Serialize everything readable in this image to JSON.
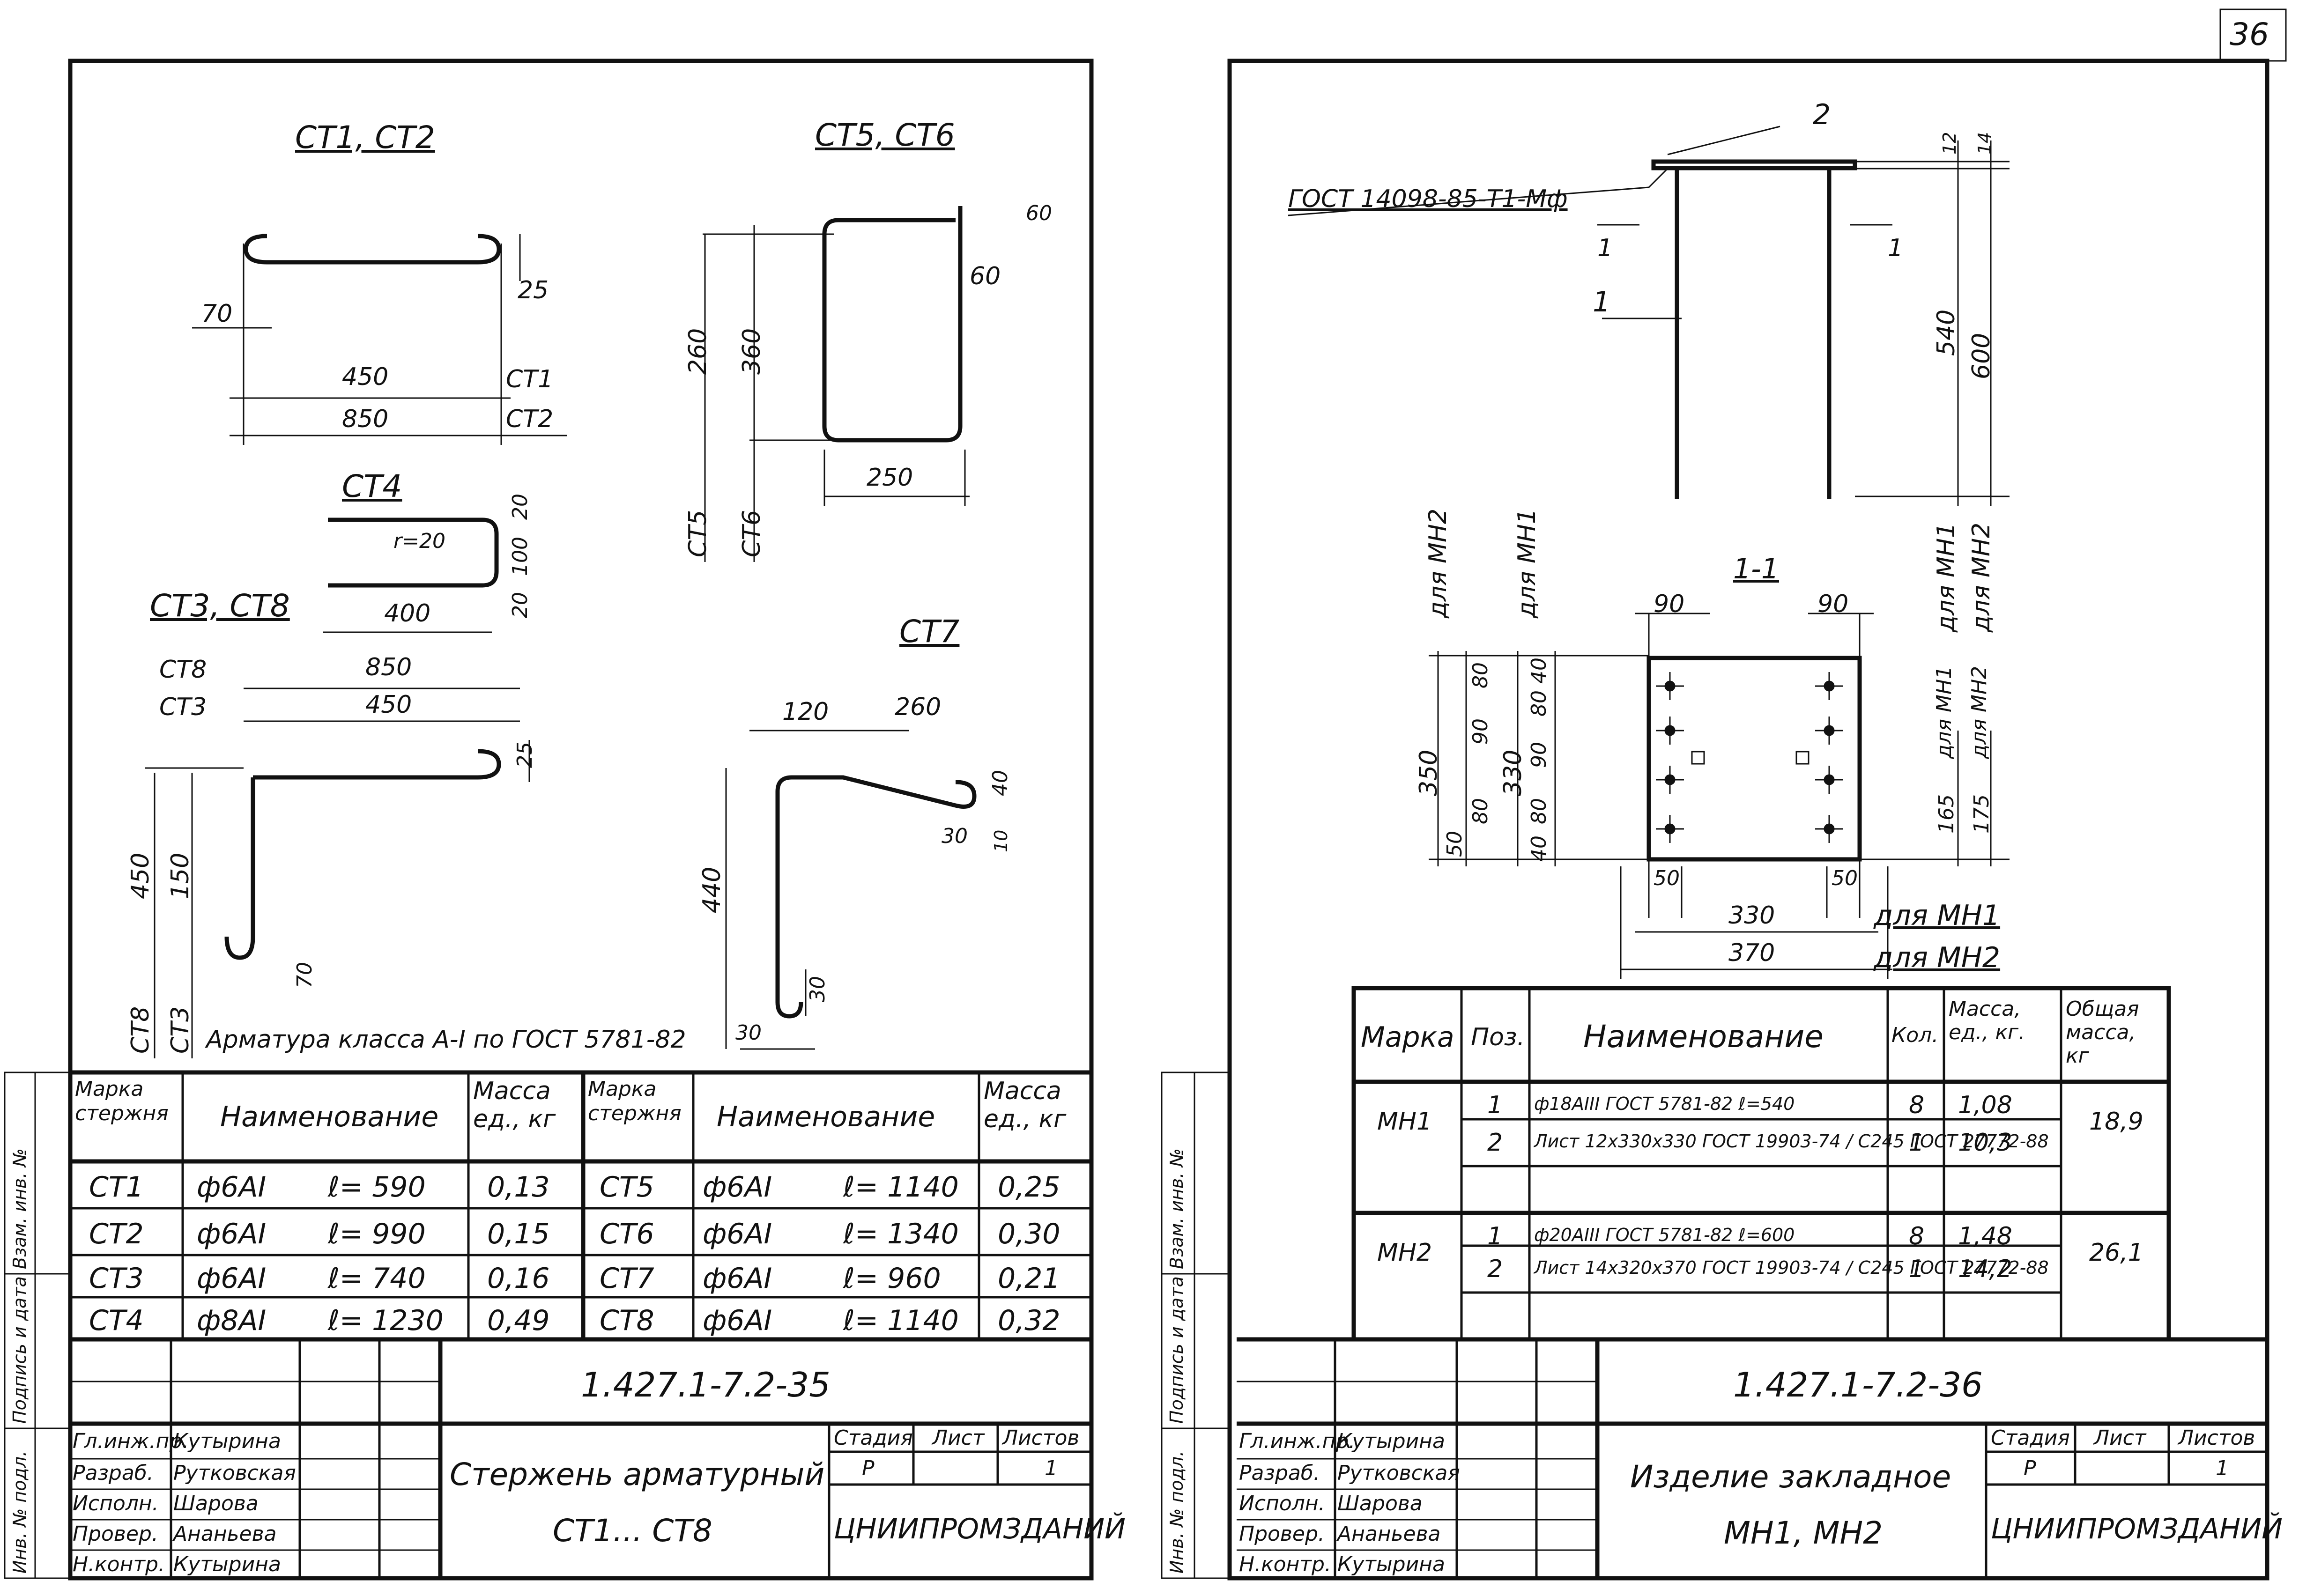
{
  "sheet_number": "36",
  "left_sheet": {
    "drawings": {
      "ct1_ct2": {
        "title": "СТ1, СТ2",
        "dims": [
          "70",
          "25",
          "450",
          "850"
        ],
        "labels": [
          "СТ1",
          "СТ2"
        ]
      },
      "ct5_ct6": {
        "title": "СТ5, СТ6",
        "dims": [
          "260",
          "360",
          "60",
          "60",
          "250"
        ],
        "labels": [
          "СТ5",
          "СТ6"
        ]
      },
      "ct4": {
        "title": "СТ4",
        "dims": [
          "r=20",
          "20",
          "100",
          "20",
          "400"
        ]
      },
      "ct3_ct8": {
        "title": "СТ3, СТ8",
        "dims": [
          "850",
          "450",
          "25",
          "450",
          "150",
          "70"
        ],
        "labels": [
          "СТ8",
          "СТ3",
          "СТ8",
          "СТ3"
        ]
      },
      "ct7": {
        "title": "СТ7",
        "dims": [
          "120",
          "260",
          "40",
          "30",
          "10",
          "440",
          "30",
          "30"
        ]
      }
    },
    "note": "Арматура класса А-I по ГОСТ 5781-82",
    "table": {
      "headers": [
        "Марка стержня",
        "Наименование",
        "Масса ед., кг",
        "Марка стержня",
        "Наименование",
        "Масса ед., кг"
      ],
      "rows": [
        [
          "СТ1",
          "ф6АI",
          "ℓ= 590",
          "0,13",
          "СТ5",
          "ф6АI",
          "ℓ= 1140",
          "0,25"
        ],
        [
          "СТ2",
          "ф6АI",
          "ℓ= 990",
          "0,15",
          "СТ6",
          "ф6АI",
          "ℓ= 1340",
          "0,30"
        ],
        [
          "СТ3",
          "ф6АI",
          "ℓ= 740",
          "0,16",
          "СТ7",
          "ф6АI",
          "ℓ= 960",
          "0,21"
        ],
        [
          "СТ4",
          "ф8АI",
          "ℓ= 1230",
          "0,49",
          "СТ8",
          "ф6АI",
          "ℓ= 1140",
          "0,32"
        ]
      ]
    },
    "titleblock": {
      "code": "1.427.1-7.2-35",
      "roles": [
        "Гл.инж.пр.",
        "Разраб.",
        "Исполн.",
        "Провер.",
        "Н.контр."
      ],
      "names": [
        "Кутырина",
        "Рутковская",
        "Шарова",
        "Ананьева",
        "Кутырина"
      ],
      "title_line1": "Стержень арматурный",
      "title_line2": "СТ1... СТ8",
      "stage_label": "Стадия",
      "sheet_label": "Лист",
      "sheets_label": "Листов",
      "stage": "Р",
      "sheets": "1",
      "org": "ЦНИИПРОМЗДАНИЙ"
    },
    "side_stamp": [
      "Инв. № подл.",
      "Подпись и дата",
      "Взам. инв. №"
    ]
  },
  "right_sheet": {
    "drawing": {
      "gost_label": "ГОСТ 14098-85-Т1-Мф",
      "pos": [
        "2",
        "1"
      ],
      "section_mark": "1",
      "section_title": "1-1",
      "dims_top": [
        "12",
        "14",
        "540",
        "600"
      ],
      "for_mn1": "для МН1",
      "for_mn2": "для МН2",
      "plate_dims": [
        "90",
        "90",
        "350",
        "330",
        "50",
        "80",
        "90",
        "80",
        "40",
        "80",
        "90",
        "80",
        "40",
        "165",
        "175",
        "50",
        "50",
        "330",
        "370"
      ]
    },
    "table": {
      "headers": [
        "Марка",
        "Поз.",
        "Наименование",
        "Кол.",
        "Масса, ед., кг.",
        "Общая масса, кг"
      ],
      "rows": [
        {
          "mark": "МН1",
          "pos": "1",
          "name": "ф18АIII ГОСТ 5781-82 ℓ=540",
          "qty": "8",
          "mass": "1,08",
          "total": "18,9"
        },
        {
          "mark": "",
          "pos": "2",
          "name": "Лист 12х330х330 ГОСТ 19903-74 / С245 ГОСТ 27772-88",
          "qty": "1",
          "mass": "10,3",
          "total": ""
        },
        {
          "mark": "МН2",
          "pos": "1",
          "name": "ф20АIII ГОСТ 5781-82 ℓ=600",
          "qty": "8",
          "mass": "1,48",
          "total": "26,1"
        },
        {
          "mark": "",
          "pos": "2",
          "name": "Лист 14х320х370 ГОСТ 19903-74 / С245 ГОСТ 27772-88",
          "qty": "1",
          "mass": "14,2",
          "total": ""
        }
      ]
    },
    "titleblock": {
      "code": "1.427.1-7.2-36",
      "roles": [
        "Гл.инж.пр.",
        "Разраб.",
        "Исполн.",
        "Провер.",
        "Н.контр."
      ],
      "names": [
        "Кутырина",
        "Рутковская",
        "Шарова",
        "Ананьева",
        "Кутырина"
      ],
      "title_line1": "Изделие закладное",
      "title_line2": "МН1, МН2",
      "stage_label": "Стадия",
      "sheet_label": "Лист",
      "sheets_label": "Листов",
      "stage": "Р",
      "sheets": "1",
      "org": "ЦНИИПРОМЗДАНИЙ"
    },
    "side_stamp": [
      "Инв. № подл.",
      "Подпись и дата",
      "Взам. инв. №"
    ]
  }
}
